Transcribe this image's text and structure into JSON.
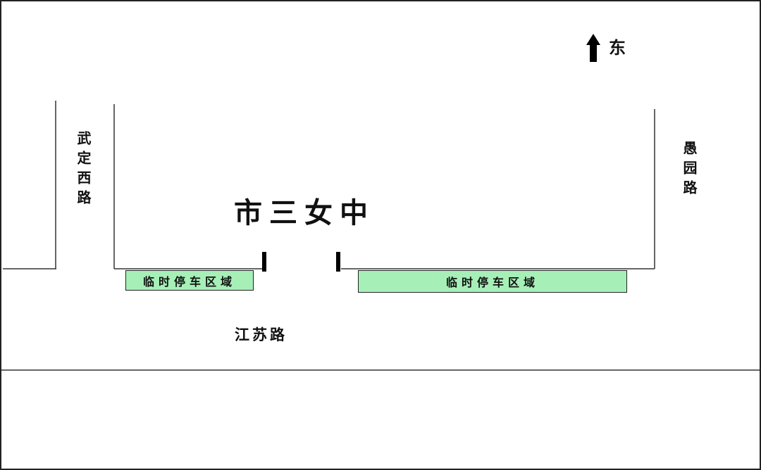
{
  "compass": {
    "direction_label": "东"
  },
  "roads": {
    "west_road": "武定西路",
    "east_road": "愚园路",
    "south_road": "江苏路"
  },
  "school": {
    "name": "市三女中"
  },
  "parking": {
    "left_zone_label": "临时停车区域",
    "right_zone_label": "临时停车区域",
    "zone_color": "#a6f0b8"
  }
}
